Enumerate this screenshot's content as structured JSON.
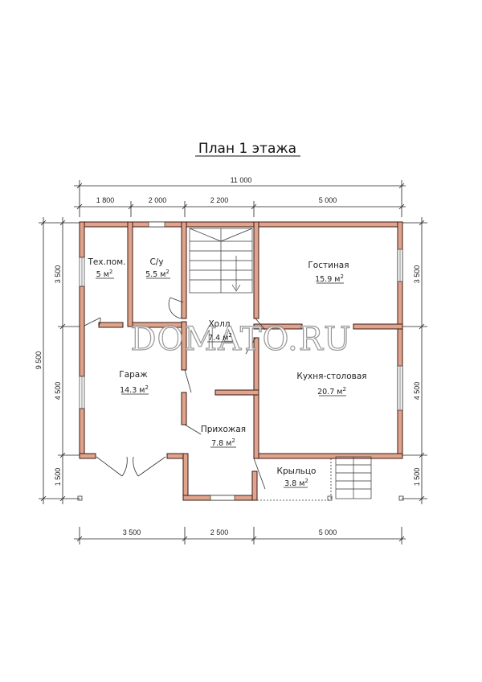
{
  "title": "План 1 этажа",
  "watermark": "DOMATO.RU",
  "colors": {
    "wall": "#e0a48d",
    "wall_outline": "#3a1a12",
    "line": "#222222"
  },
  "dims": {
    "top_total": "11 000",
    "top": [
      "1 800",
      "2 000",
      "2 200",
      "5 000"
    ],
    "bottom": [
      "3 500",
      "2 500",
      "5 000"
    ],
    "left_total": "9 500",
    "left": [
      "3 500",
      "4 500",
      "1 500"
    ],
    "right": [
      "3 500",
      "4 500",
      "1 500"
    ]
  },
  "rooms": [
    {
      "name": "Тех.пом.",
      "area": "5 м",
      "sup": "2"
    },
    {
      "name": "С/у",
      "area": "5.5 м",
      "sup": "2"
    },
    {
      "name": "Холл",
      "area": "7.4 м",
      "sup": "2"
    },
    {
      "name": "Гостиная",
      "area": "15.9 м",
      "sup": "2"
    },
    {
      "name": "Гараж",
      "area": "14.3 м",
      "sup": "2"
    },
    {
      "name": "Кухня-столовая",
      "area": "20.7 м",
      "sup": "2"
    },
    {
      "name": "Прихожая",
      "area": "7.8 м",
      "sup": "2"
    },
    {
      "name": "Крыльцо",
      "area": "3.8 м",
      "sup": "2"
    }
  ]
}
